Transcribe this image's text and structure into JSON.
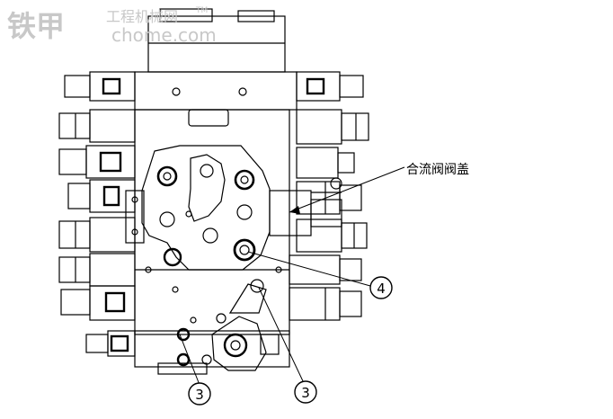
{
  "watermark": {
    "logo_text": "铁甲",
    "site_text": "工程机械网",
    "domain_text": "chome.com",
    "tm": "TM",
    "color": "#c8c8c8"
  },
  "labels": {
    "merge_valve_cover": "合流阀阀盖"
  },
  "callouts": [
    {
      "id": "callout-4",
      "number": "4"
    },
    {
      "id": "callout-3-left",
      "number": "3"
    },
    {
      "id": "callout-3-right",
      "number": "3"
    }
  ],
  "colors": {
    "line": "#000000",
    "background": "#ffffff"
  }
}
